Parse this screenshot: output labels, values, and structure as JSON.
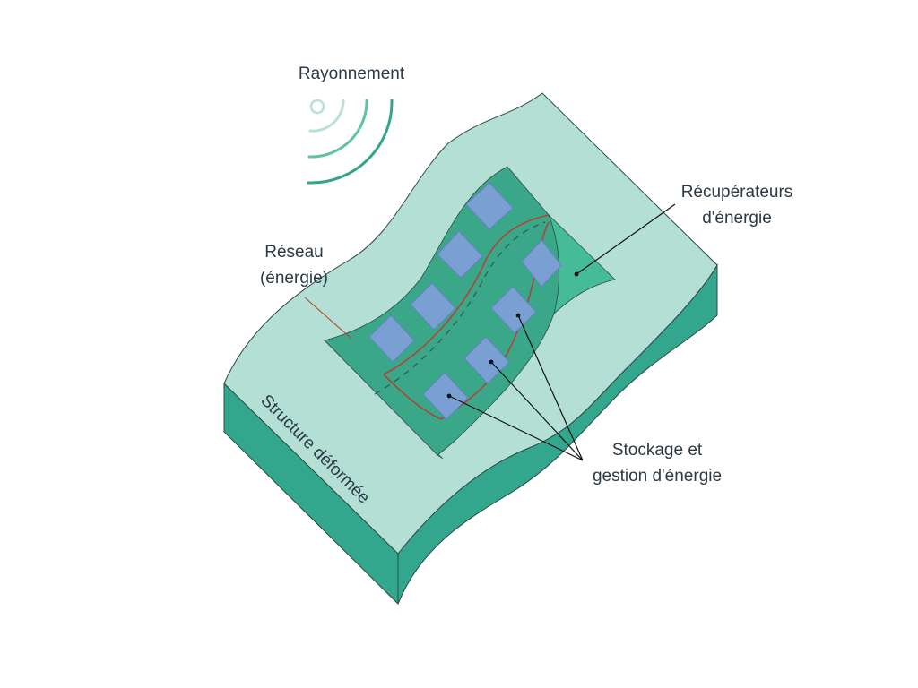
{
  "labels": {
    "radiation": "Rayonnement",
    "harvesters_line1": "Récupérateurs",
    "harvesters_line2": "d'énergie",
    "network_line1": "Réseau",
    "network_line2": "(énergie)",
    "storage_line1": "Stockage et",
    "storage_line2": "gestion d'énergie",
    "structure": "Structure déformée"
  },
  "colors": {
    "surface_top": "#b4dfd4",
    "surface_side": "#33a78d",
    "patch": "#3aa888",
    "patch_flap": "#45bb97",
    "module": "#7a9fd2",
    "wire_red": "#b0433e",
    "wire_dashed": "#2f5d55",
    "radiation_light": "#b8e0d5",
    "radiation_mid": "#5cc3a3",
    "radiation_dark": "#32a58a",
    "text": "#2b3a47"
  }
}
